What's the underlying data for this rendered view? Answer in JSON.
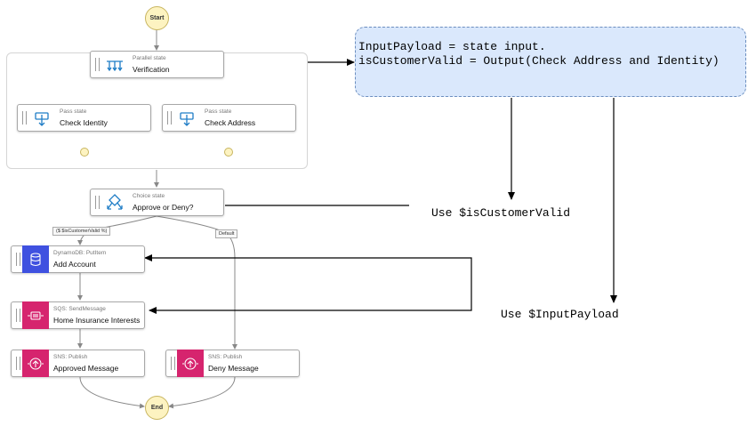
{
  "start_label": "Start",
  "end_label": "End",
  "parallel": {
    "type": "Parallel state",
    "name": "Verification"
  },
  "check_identity": {
    "type": "Pass state",
    "name": "Check Identity"
  },
  "check_address": {
    "type": "Pass state",
    "name": "Check Address"
  },
  "choice": {
    "type": "Choice state",
    "name": "Approve or Deny?"
  },
  "condition_label": "($ $isCustomerValid %)",
  "default_label": "Default",
  "add_account": {
    "type": "DynamoDB: PutItem",
    "name": "Add Account",
    "color": "#3f51e0"
  },
  "home_insurance": {
    "type": "SQS: SendMessage",
    "name": "Home Insurance Interests",
    "color": "#d6246e"
  },
  "approved_message": {
    "type": "SNS: Publish",
    "name": "Approved Message",
    "color": "#d6246e"
  },
  "deny_message": {
    "type": "SNS: Publish",
    "name": "Deny Message",
    "color": "#d6246e"
  },
  "note": {
    "line1": "InputPayload = state input.",
    "line2": "isCustomerValid = Output(Check Address and Identity)"
  },
  "use_valid": "Use $isCustomerValid",
  "use_payload": "Use $InputPayload"
}
